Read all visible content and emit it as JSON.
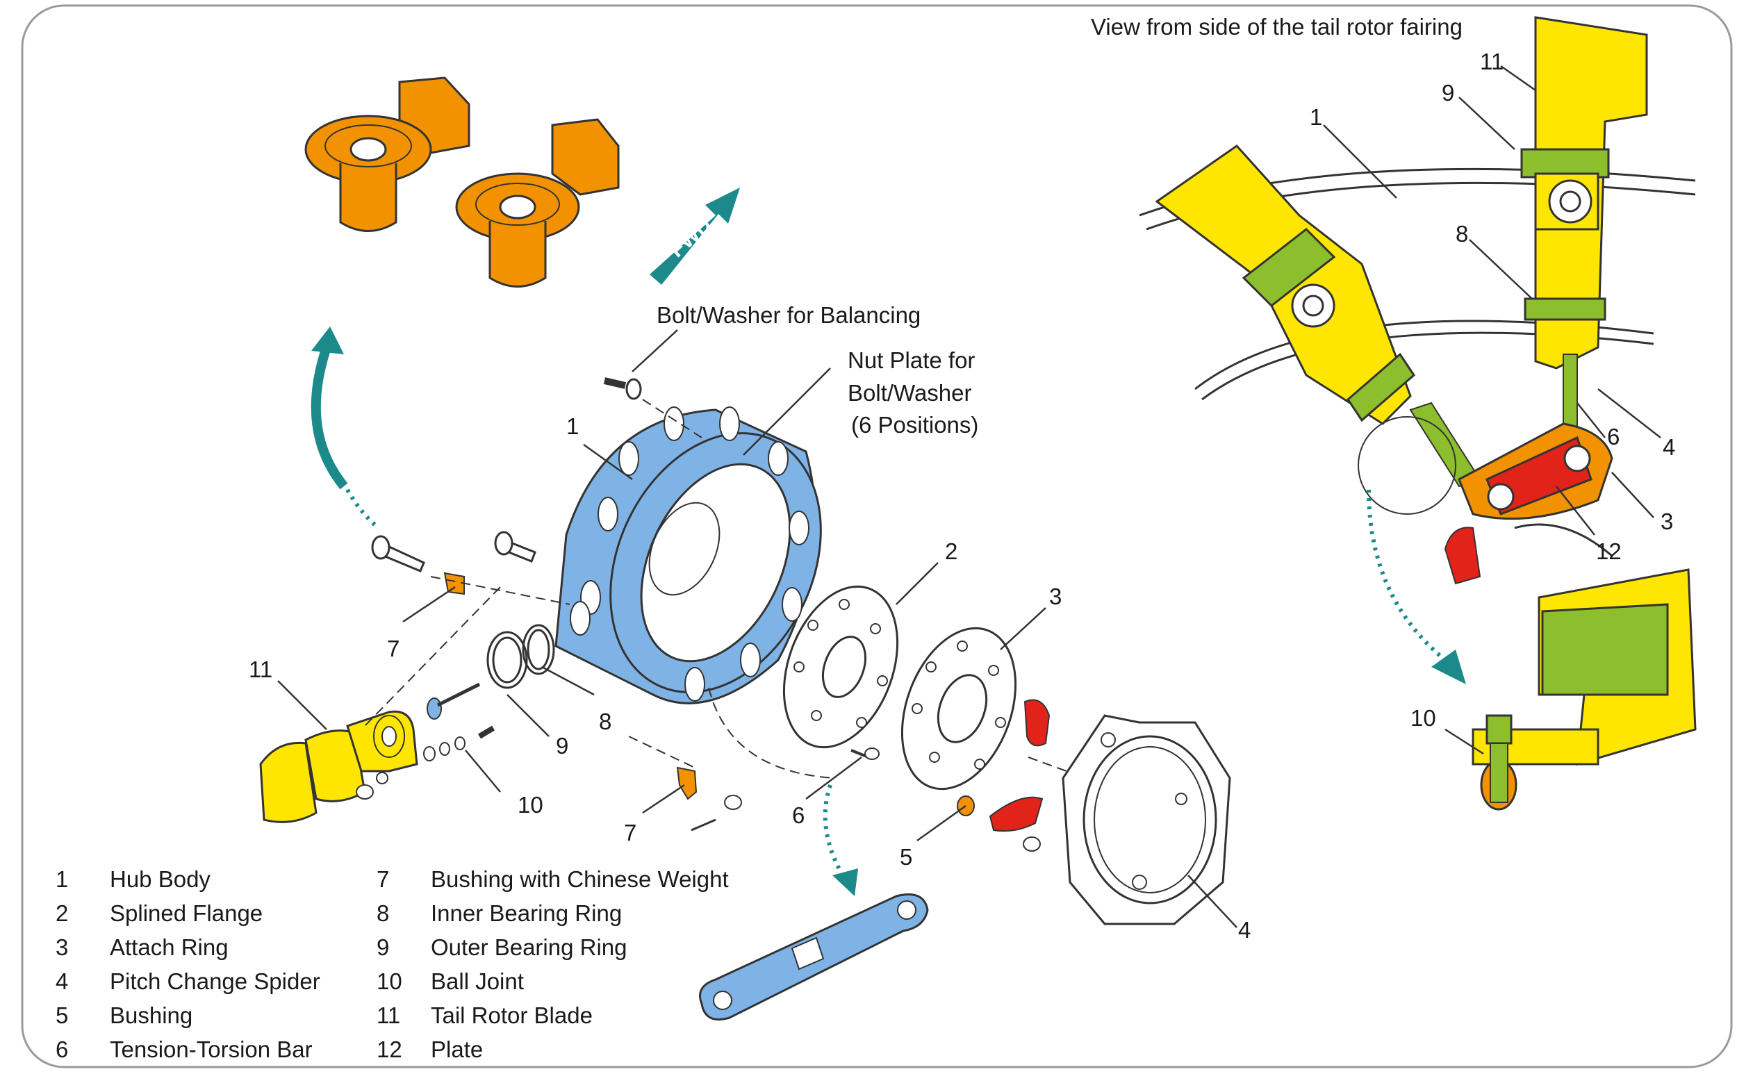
{
  "captions": {
    "side_view": "View from side of the tail rotor fairing",
    "bolt_washer": "Bolt/Washer for Balancing",
    "nut_plate_line1": "Nut Plate for",
    "nut_plate_line2": "Bolt/Washer",
    "nut_plate_line3": "(6 Positions)",
    "fwd": "FWD"
  },
  "colors": {
    "teal": "#1c8a8a",
    "blue": "#7fb3e6",
    "orange": "#f39200",
    "yellow": "#ffe600",
    "green": "#8dbe2d",
    "red": "#e2231a",
    "line": "#333333"
  },
  "callouts": {
    "exploded": [
      "1",
      "2",
      "3",
      "4",
      "5",
      "6",
      "7",
      "7",
      "8",
      "9",
      "10",
      "11"
    ],
    "side": [
      "11",
      "9",
      "1",
      "8",
      "6",
      "4",
      "3",
      "12",
      "10"
    ]
  },
  "legend": [
    {
      "num": "1",
      "name": "Hub Body"
    },
    {
      "num": "2",
      "name": "Splined Flange"
    },
    {
      "num": "3",
      "name": "Attach Ring"
    },
    {
      "num": "4",
      "name": "Pitch Change Spider"
    },
    {
      "num": "5",
      "name": "Bushing"
    },
    {
      "num": "6",
      "name": "Tension-Torsion Bar"
    },
    {
      "num": "7",
      "name": "Bushing with Chinese Weight"
    },
    {
      "num": "8",
      "name": "Inner Bearing Ring"
    },
    {
      "num": "9",
      "name": "Outer Bearing Ring"
    },
    {
      "num": "10",
      "name": "Ball Joint"
    },
    {
      "num": "11",
      "name": "Tail Rotor Blade"
    },
    {
      "num": "12",
      "name": "Plate"
    }
  ]
}
